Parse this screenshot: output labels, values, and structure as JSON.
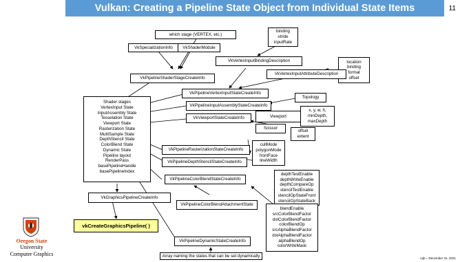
{
  "slide": {
    "title": "Vulkan: Creating a Pipeline State Object from Individual State Items",
    "page_number": "11",
    "footer": "mjb – December 31, 2021"
  },
  "logo": {
    "line1": "Oregon State",
    "line2": "University",
    "line3": "Computer Graphics"
  },
  "boxes": {
    "which_stage": "which stage (VERTEX, etc.)",
    "specialization_info": "VkSpecializationInfo",
    "shader_module": "VkShaderModule",
    "binding_info": [
      "binding",
      "stride",
      "inputRate"
    ],
    "location_info": [
      "location",
      "binding",
      "format",
      "offset"
    ],
    "vertex_input_binding": "VkVertexInputBindingDescription",
    "vertex_input_attribute": "VkVertexInputAttributeDescription",
    "shader_stage_create": "VkPipelineShaderStageCreateInfo",
    "vertex_input_state": "VkPipelineVertexInputStateCreateInfo",
    "topology": "Topology",
    "input_assembly_state": "VkPipelineInputAssemblyStateCreateInfo",
    "viewport_state": "VkViewportStateCreateInfo",
    "viewport": "Viewport",
    "viewport_params": [
      "x, y, w, h,",
      "minDepth,",
      "maxDepth"
    ],
    "scissor": "Scissor",
    "scissor_params": [
      "offset",
      "extent"
    ],
    "rasterization_state": "VkPipelineRasterizationStateCreateInfo",
    "depth_stencil_state": "VkPipelineDepthStencilStateCreateInfo",
    "raster_params": [
      "cullMode",
      "polygonMode",
      "frontFace",
      "lineWidth"
    ],
    "color_blend_state": "VkPipelineColorBlendStateCreateInfo",
    "depth_params": [
      "depthTestEnable",
      "depthWriteEnable",
      "depthCompareOp",
      "stencilTestEnable",
      "stencilOpStateFront",
      "stencilOpStateBack"
    ],
    "color_blend_attachment": "VkPipelineColorBlendAttachmentState",
    "blend_params": [
      "blendEnable",
      "srcColorBlendFactor",
      "dstColorBlendFactor",
      "colorBlendOp",
      "srcAlphaBlendFactor",
      "dstAlphaBlendFactor",
      "alphaBlendOp",
      "colorWriteMask"
    ],
    "dynamic_state": "VkPipelineDynamicStateCreateInfo",
    "dynamic_note": "Array naming the states that can be set dynamically",
    "graphics_pipeline_create": "VkGraphicsPipelineCreateInfo",
    "create_call": "vkCreateGraphicsPipeline( )",
    "pipeline_fields": [
      "Shader stages",
      "VertexInput State",
      "InputAssembly State",
      "Tesselation State",
      "Viewport State",
      "Rasterization State",
      "MultiSample State",
      "DepthStencil State",
      "ColorBlend State",
      "Dynamic State",
      "Pipeline layout",
      "RenderPass",
      "basePipelineHandle",
      "basePipelineIndex"
    ]
  },
  "colors": {
    "title_bar": "#5b9bd5",
    "api_highlight": "#ffff99",
    "osu_orange": "#d73f09"
  }
}
